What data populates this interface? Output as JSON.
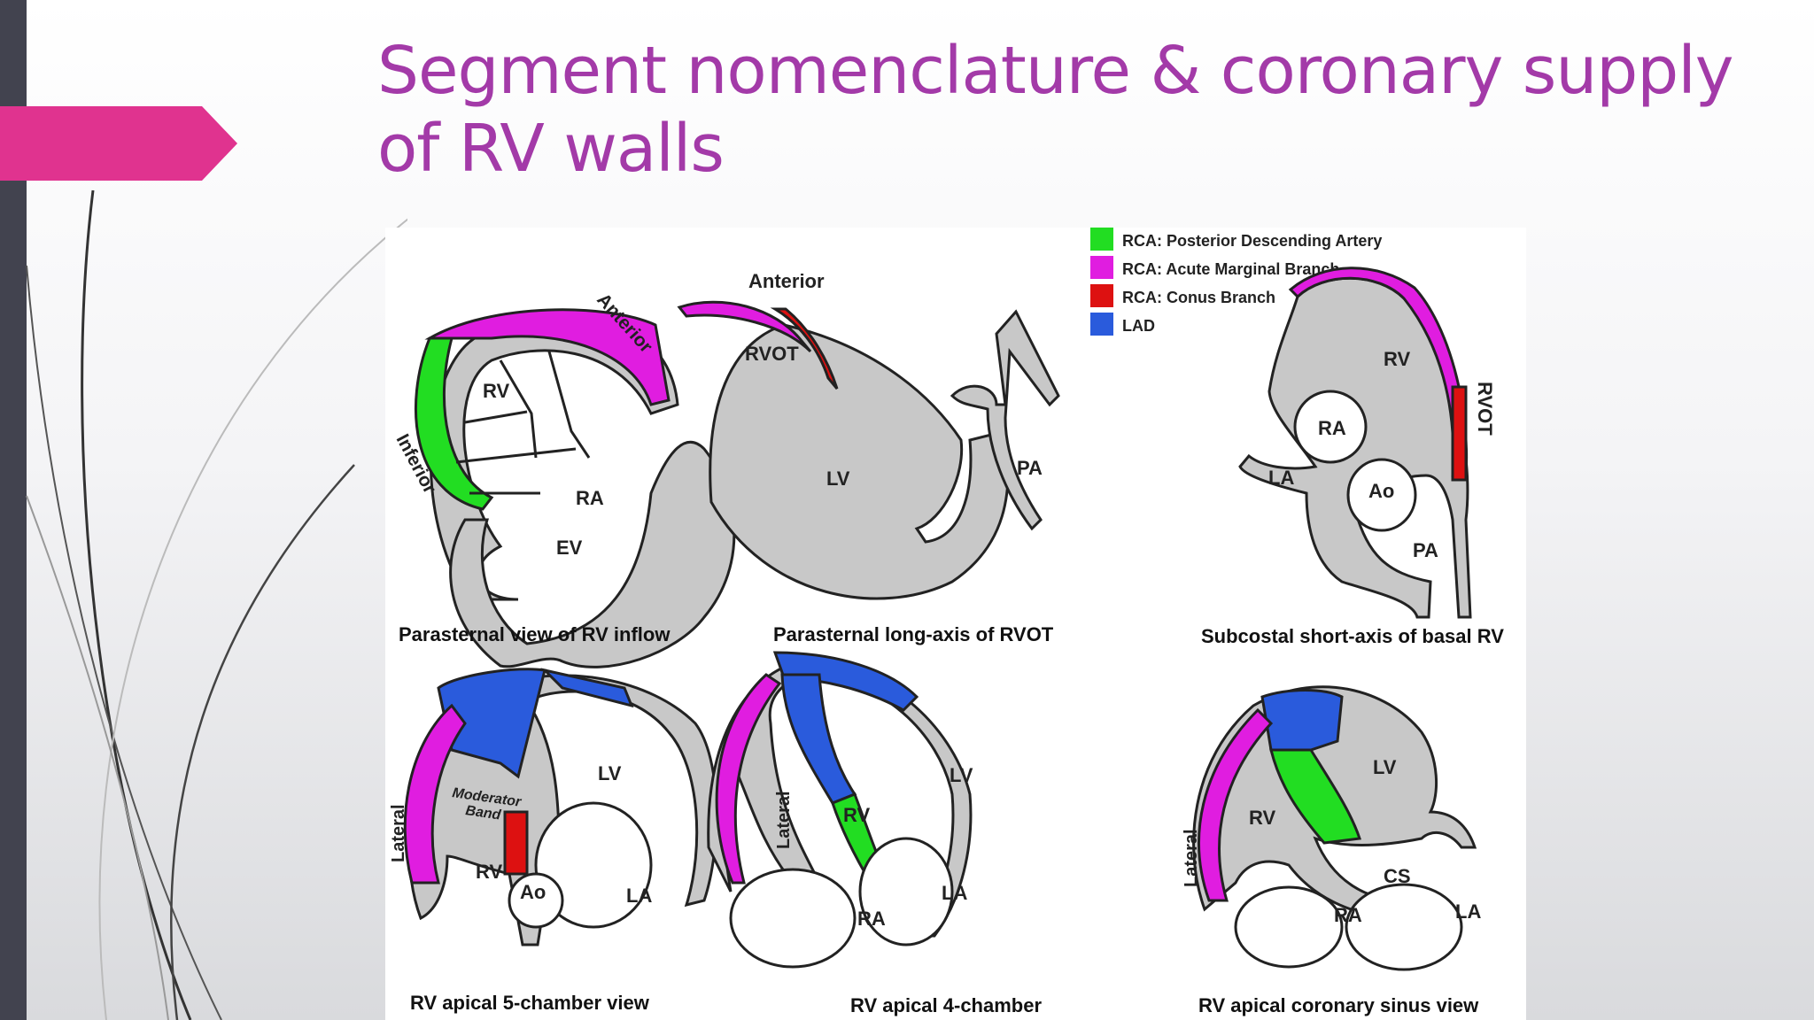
{
  "slide": {
    "title_line1": "Segment nomenclature & coronary supply",
    "title_line2": "of RV walls"
  },
  "colors": {
    "title": "#a33aa8",
    "accent_arrow": "#e0338f",
    "left_bar": "#42434f",
    "pda": "#22dd22",
    "acute_marginal": "#e01de0",
    "conus": "#dd1111",
    "lad": "#2a5bdc",
    "wall": "#c8c8c8"
  },
  "legend": [
    {
      "label": "RCA: Posterior Descending Artery",
      "color": "#22dd22"
    },
    {
      "label": "RCA: Acute Marginal Branch",
      "color": "#e01de0"
    },
    {
      "label": "RCA: Conus Branch",
      "color": "#dd1111"
    },
    {
      "label": "LAD",
      "color": "#2a5bdc"
    }
  ],
  "panels": {
    "p1": {
      "caption": "Parasternal view of RV inflow",
      "labels": {
        "rv": "RV",
        "ra": "RA",
        "ev": "EV",
        "anterior": "Anterior",
        "inferior": "Inferior"
      }
    },
    "p2": {
      "caption": "Parasternal long-axis of RVOT",
      "labels": {
        "anterior": "Anterior",
        "rvot": "RVOT",
        "lv": "LV",
        "pa": "PA"
      }
    },
    "p3": {
      "caption": "Subcostal short-axis of basal RV",
      "labels": {
        "rv": "RV",
        "ra": "RA",
        "la": "LA",
        "ao": "Ao",
        "pa": "PA",
        "rvot": "RVOT"
      }
    },
    "p4": {
      "caption": "RV apical 5-chamber view",
      "labels": {
        "lv": "LV",
        "rv": "RV",
        "ao": "Ao",
        "la": "LA",
        "lateral": "Lateral",
        "moderator1": "Moderator",
        "moderator2": "Band"
      }
    },
    "p5": {
      "caption": "RV apical 4-chamber",
      "labels": {
        "lv": "LV",
        "rv": "RV",
        "ra": "RA",
        "la": "LA",
        "lateral": "Lateral"
      }
    },
    "p6": {
      "caption": "RV apical coronary sinus view",
      "labels": {
        "lv": "LV",
        "rv": "RV",
        "cs": "CS",
        "ra": "RA",
        "la": "LA",
        "lateral": "Lateral"
      }
    }
  }
}
